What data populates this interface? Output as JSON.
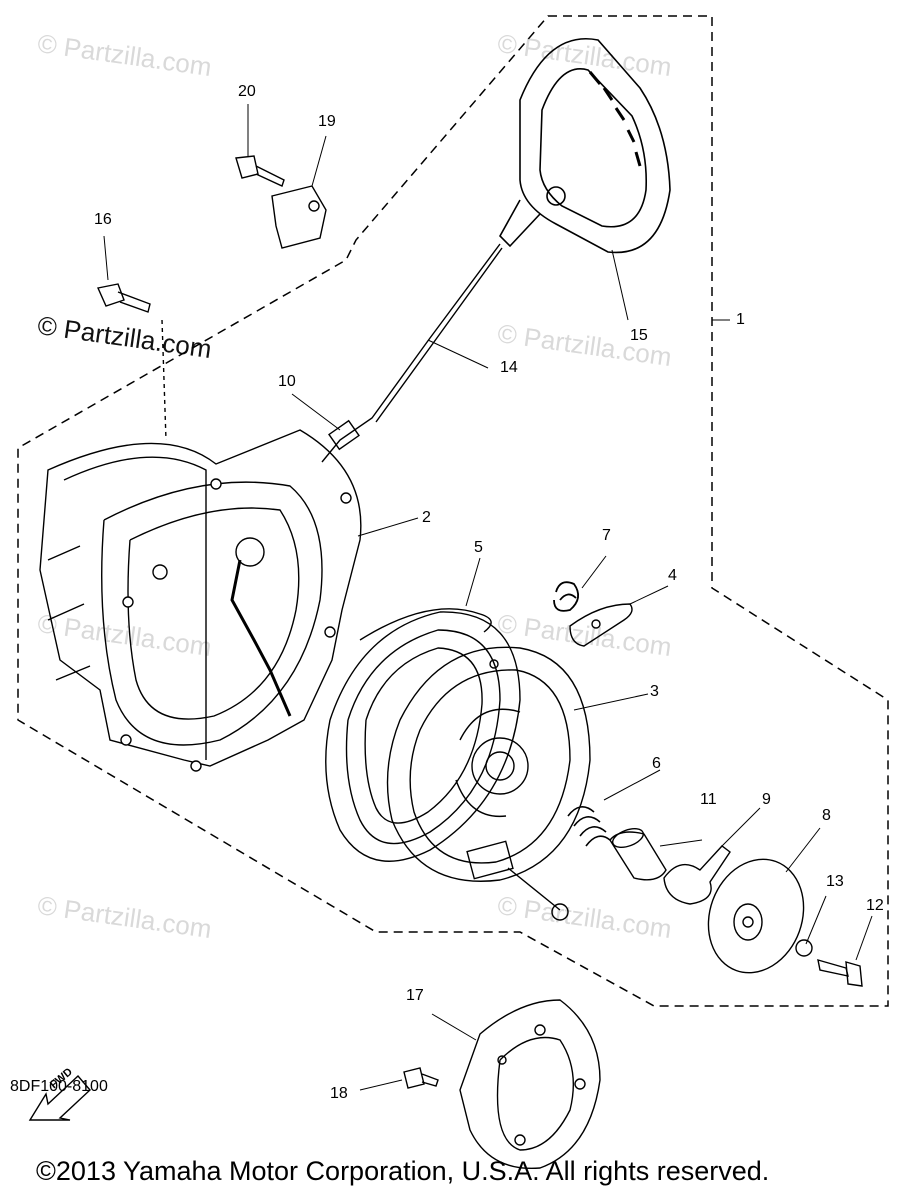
{
  "watermark": "© Partzilla.com",
  "watermark_dark": "© Partzilla.com",
  "diagram_code": "8DF100-8100",
  "fwd_label": "FWD",
  "copyright": "©2013 Yamaha Motor Corporation, U.S.A. All rights reserved.",
  "callouts": {
    "c1": "1",
    "c2": "2",
    "c3": "3",
    "c4": "4",
    "c5": "5",
    "c6": "6",
    "c7": "7",
    "c8": "8",
    "c9": "9",
    "c10": "10",
    "c11": "11",
    "c12": "12",
    "c13": "13",
    "c14": "14",
    "c15": "15",
    "c16": "16",
    "c17": "17",
    "c18": "18",
    "c19": "19",
    "c20": "20"
  }
}
